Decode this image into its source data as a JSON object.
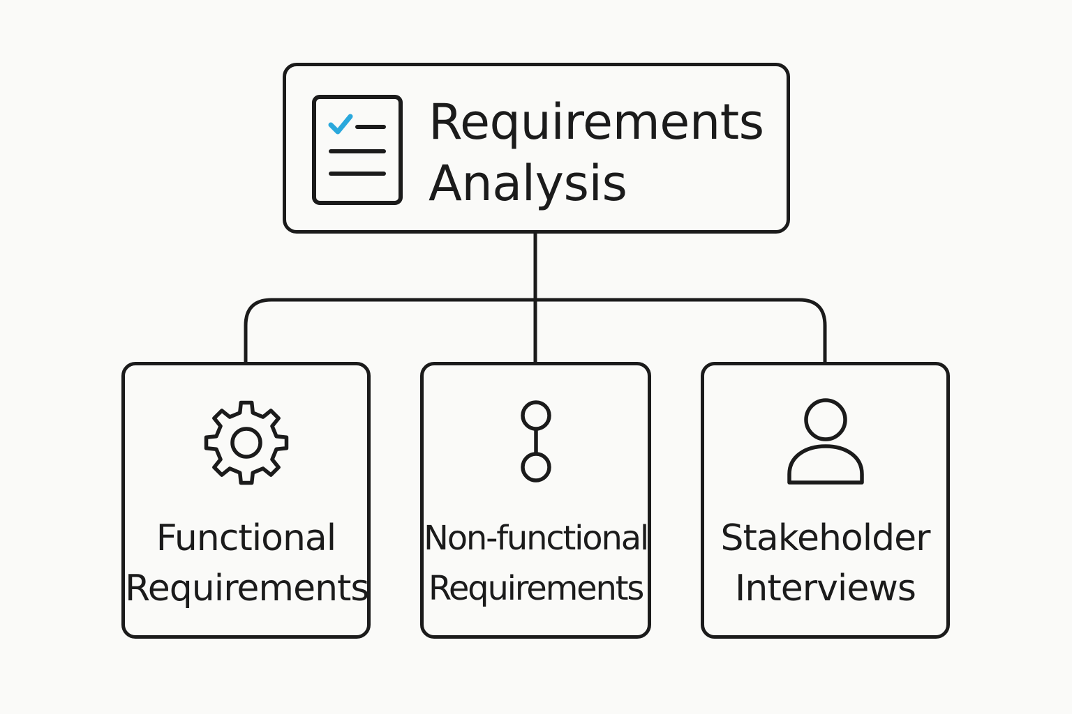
{
  "colors": {
    "background": "#fafaf8",
    "stroke": "#1b1b1b",
    "check_accent": "#2aa8dc"
  },
  "root": {
    "title_line1": "Requirements",
    "title_line2": "Analysis",
    "icon": "checklist-document-icon"
  },
  "children": [
    {
      "label_line1": "Functional",
      "label_line2": "Requirements",
      "icon": "gear-icon"
    },
    {
      "label_line1": "Non-functional",
      "label_line2": "Requirements",
      "icon": "linked-nodes-icon"
    },
    {
      "label_line1": "Stakeholder",
      "label_line2": "Interviews",
      "icon": "person-icon"
    }
  ]
}
